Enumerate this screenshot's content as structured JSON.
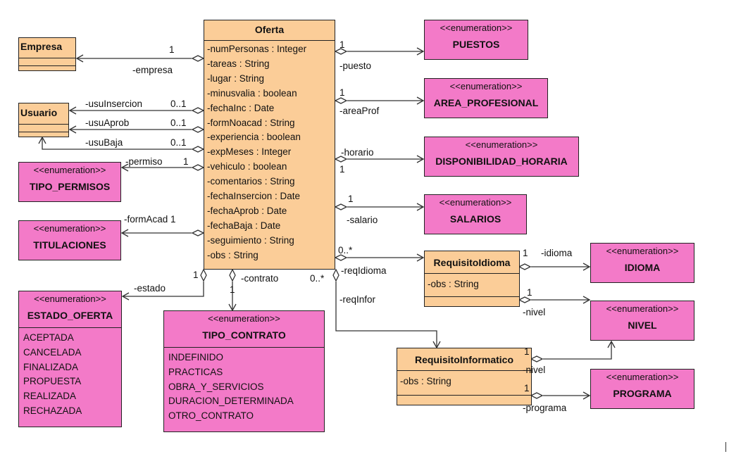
{
  "oferta": {
    "name": "Oferta",
    "attributes": [
      "-numPersonas : Integer",
      "-tareas : String",
      "-lugar : String",
      "-minusvalia : boolean",
      "-fechaInc : Date",
      "-formNoacad : String",
      "-experiencia : boolean",
      "-expMeses : Integer",
      "-vehiculo : boolean",
      "-comentarios : String",
      "-fechaInsercion : Date",
      "-fechaAprob : Date",
      "-fechaBaja : Date",
      "-seguimiento : String",
      "-obs : String"
    ]
  },
  "empresa": {
    "name": "Empresa"
  },
  "usuario": {
    "name": "Usuario"
  },
  "requisito_idioma": {
    "name": "RequisitoIdioma",
    "attributes": [
      "-obs : String"
    ]
  },
  "requisito_informatico": {
    "name": "RequisitoInformatico",
    "attributes": [
      "-obs : String"
    ]
  },
  "enumerations": {
    "stereotype": "<<enumeration>>",
    "puestos": "PUESTOS",
    "area_profesional": "AREA_PROFESIONAL",
    "disponibilidad_horaria": "DISPONIBILIDAD_HORARIA",
    "salarios": "SALARIOS",
    "tipo_permisos": "TIPO_PERMISOS",
    "titulaciones": "TITULACIONES",
    "idioma": "IDIOMA",
    "nivel": "NIVEL",
    "programa": "PROGRAMA",
    "estado_oferta": {
      "name": "ESTADO_OFERTA",
      "literals": [
        "ACEPTADA",
        "CANCELADA",
        "FINALIZADA",
        "PROPUESTA",
        "REALIZADA",
        "RECHAZADA"
      ]
    },
    "tipo_contrato": {
      "name": "TIPO_CONTRATO",
      "literals": [
        "INDEFINIDO",
        "PRACTICAS",
        "OBRA_Y_SERVICIOS",
        "DURACION_DETERMINADA",
        "OTRO_CONTRATO"
      ]
    }
  },
  "labels": {
    "empresa_mult": "1",
    "empresa_role": "-empresa",
    "usuins_role": "-usuInsercion",
    "usuins_mult": "0..1",
    "usuaprob_role": "-usuAprob",
    "usuaprob_mult": "0..1",
    "usubaja_role": "-usuBaja",
    "usubaja_mult": "0..1",
    "permiso_role": "-permiso",
    "permiso_mult": "1",
    "formacad_role": "-formAcad 1",
    "estado_mult": "1",
    "estado_role": "-estado",
    "contrato_role": "-contrato",
    "contrato_mult": "1",
    "reqinfor_mult": "0..*",
    "puesto_mult": "1",
    "puesto_role": "-puesto",
    "area_mult": "1",
    "area_role": "-areaProf",
    "horario_role": "-horario",
    "horario_mult": "1",
    "salario_mult": "1",
    "salario_role": "-salario",
    "reqidioma_mult": "0..*",
    "reqidioma_role": "-reqIdioma",
    "reqinfor_role": "-reqInfor",
    "idioma_mult": "1",
    "idioma_role": "-idioma",
    "nivel1_mult": "1",
    "nivel1_role": "-nivel",
    "nivel2_mult": "1",
    "nivel2_role": "-nivel",
    "programa_mult": "1",
    "programa_role": "-programa"
  },
  "colors": {
    "class_fill": "#fbcd98",
    "enum_fill": "#f37ac8",
    "line": "#333333"
  }
}
